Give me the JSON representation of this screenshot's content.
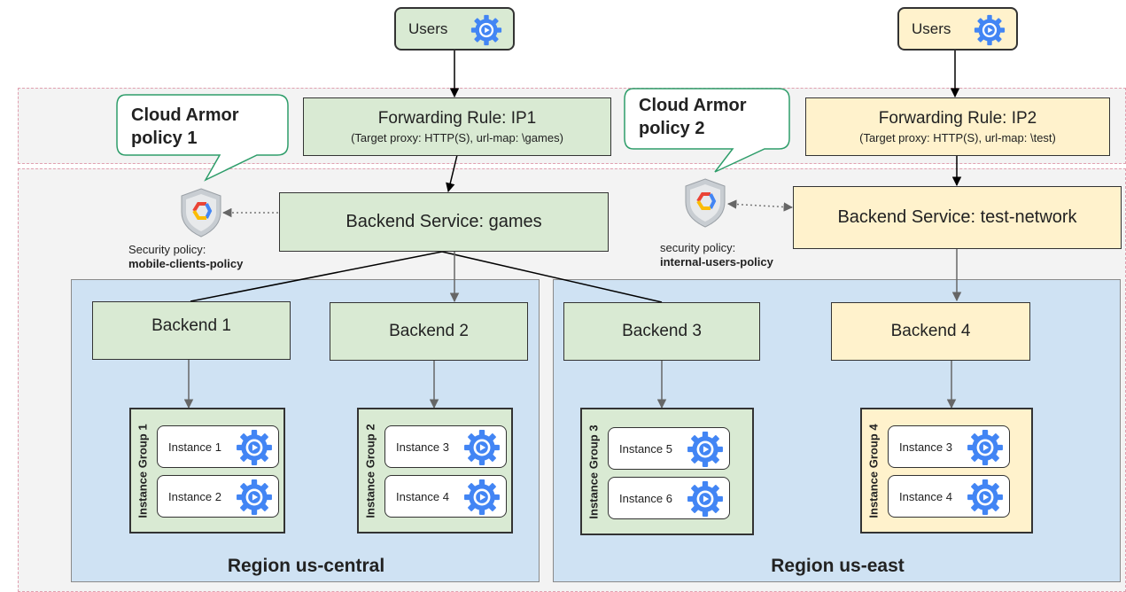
{
  "users_left": {
    "label": "Users"
  },
  "users_right": {
    "label": "Users"
  },
  "forwarding_left": {
    "title": "Forwarding Rule: IP1",
    "detail": "(Target proxy: HTTP(S), url-map: \\games)"
  },
  "forwarding_right": {
    "title": "Forwarding Rule: IP2",
    "detail": "(Target proxy: HTTP(S), url-map: \\test)"
  },
  "policy_left": {
    "title": "Cloud Armor policy 1",
    "security_label": "Security  policy:",
    "security_name": "mobile-clients-policy"
  },
  "policy_right": {
    "title": "Cloud Armor policy 2",
    "security_label": "security policy:",
    "security_name": "internal-users-policy"
  },
  "backend_service_left": {
    "label": "Backend Service: games"
  },
  "backend_service_right": {
    "label": "Backend Service: test-network"
  },
  "backends": [
    {
      "label": "Backend 1"
    },
    {
      "label": "Backend 2"
    },
    {
      "label": "Backend 3"
    },
    {
      "label": "Backend 4"
    }
  ],
  "instance_groups": [
    {
      "label": "Instance Group 1",
      "instances": [
        "Instance 1",
        "Instance 2"
      ]
    },
    {
      "label": "Instance Group 2",
      "instances": [
        "Instance 3",
        "Instance 4"
      ]
    },
    {
      "label": "Instance Group 3",
      "instances": [
        "Instance 5",
        "Instance 6"
      ]
    },
    {
      "label": "Instance Group 4",
      "instances": [
        "Instance 3",
        "Instance 4"
      ]
    }
  ],
  "regions": [
    {
      "label": "Region us-central"
    },
    {
      "label": "Region us-east"
    }
  ],
  "colors": {
    "green": "#d9ead3",
    "yellow": "#fff2cc",
    "region": "#cfe2f3",
    "gear": "#4285f4",
    "zone": "#f3f3f3",
    "zone_border": "#e0a0b0"
  },
  "icons": {
    "compute": "compute-engine-gear-icon",
    "armor": "cloud-armor-shield-icon"
  }
}
